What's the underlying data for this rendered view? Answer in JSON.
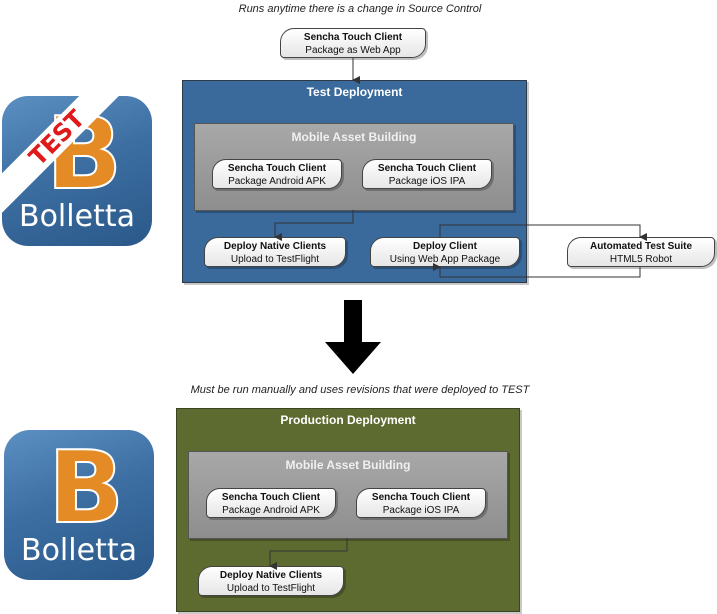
{
  "top_caption": "Runs anytime there is a change in Source Control",
  "source_node": {
    "title": "Sencha Touch Client",
    "subtitle": "Package as Web App"
  },
  "test_icon": {
    "banner": "TEST",
    "letter": "B",
    "name": "Bolletta"
  },
  "test_deployment": {
    "title": "Test Deployment",
    "mobile_asset_building": {
      "title": "Mobile Asset Building",
      "nodes": [
        {
          "title": "Sencha Touch Client",
          "subtitle": "Package Android APK"
        },
        {
          "title": "Sencha Touch Client",
          "subtitle": "Package iOS IPA"
        }
      ]
    },
    "deploy_native": {
      "title": "Deploy Native Clients",
      "subtitle": "Upload to TestFlight"
    },
    "deploy_client": {
      "title": "Deploy Client",
      "subtitle": "Using Web App Package"
    }
  },
  "automated_test": {
    "title": "Automated Test Suite",
    "subtitle": "HTML5 Robot"
  },
  "middle_caption": "Must be run manually and uses revisions that were deployed to TEST",
  "prod_icon": {
    "letter": "B",
    "name": "Bolletta"
  },
  "production_deployment": {
    "title": "Production Deployment",
    "mobile_asset_building": {
      "title": "Mobile Asset Building",
      "nodes": [
        {
          "title": "Sencha Touch Client",
          "subtitle": "Package Android APK"
        },
        {
          "title": "Sencha Touch Client",
          "subtitle": "Package iOS IPA"
        }
      ]
    },
    "deploy_native": {
      "title": "Deploy Native Clients",
      "subtitle": "Upload to TestFlight"
    }
  },
  "colors": {
    "test": "#3a6a9c",
    "production": "#5d6b30",
    "building": "#9a9a9a",
    "accent": "#e48b26",
    "banner_text": "#e01a1a"
  }
}
